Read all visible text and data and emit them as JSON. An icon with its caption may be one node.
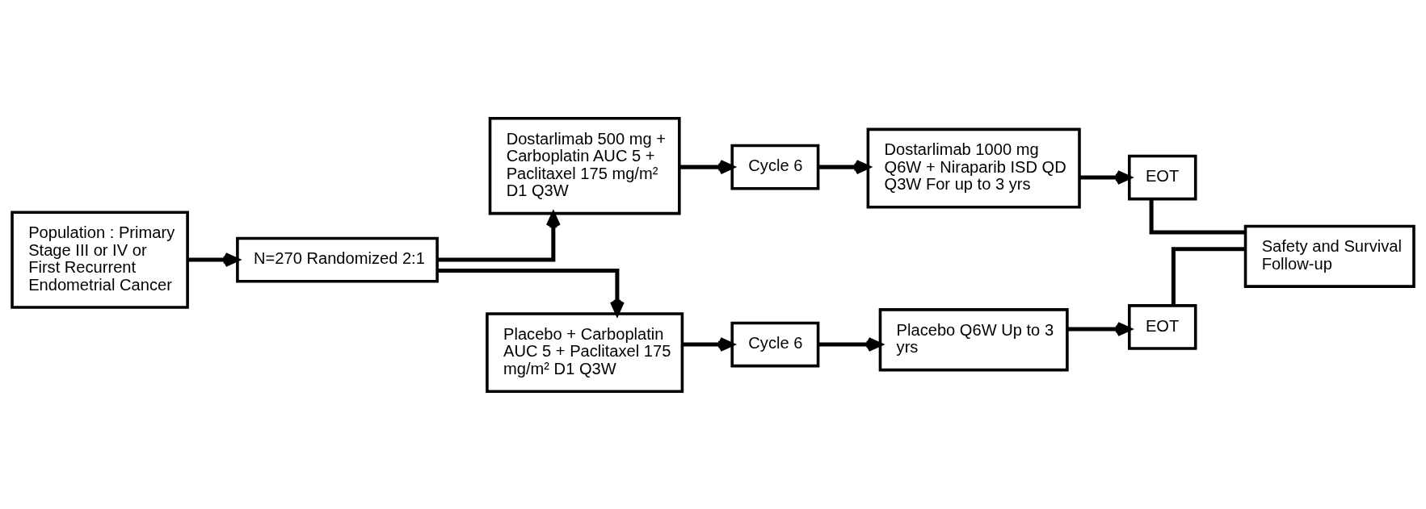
{
  "diagram": {
    "nodes": [
      {
        "text": [
          "Population : Primary Stage III or IV or First Recurrent Endometrial Cancer"
        ]
      },
      {
        "text": [
          "N=270 Randomized 2:1"
        ]
      },
      {
        "text": [
          "Dostarlimab 500 mg + Carboplatin AUC 5 + Paclitaxel 175 mg/m² D1 Q3W"
        ]
      },
      {
        "text": [
          "Cycle 6"
        ]
      },
      {
        "text": [
          "Dostarlimab 1000 mg Q6W + Niraparib ISD QD Q3W For up to 3 yrs"
        ]
      },
      {
        "text": [
          "EOT"
        ]
      },
      {
        "text": [
          "Placebo + Carboplatin AUC 5 + Paclitaxel 175 mg/m² D1 Q3W"
        ]
      },
      {
        "text": [
          "Cycle 6"
        ]
      },
      {
        "text": [
          "Placebo Q6W Up to 3 yrs"
        ]
      },
      {
        "text": [
          "EOT"
        ]
      },
      {
        "text": [
          "Safety and Survival Follow-up"
        ]
      }
    ],
    "edges": [
      {
        "from": 0,
        "to": 1,
        "arrow": "to"
      },
      {
        "from": 1,
        "to": 2,
        "arrow": "to"
      },
      {
        "from": 1,
        "to": 6,
        "arrow": "to"
      },
      {
        "from": 2,
        "to": 3,
        "arrow": "to"
      },
      {
        "from": 3,
        "to": 4,
        "arrow": "to"
      },
      {
        "from": 4,
        "to": 5,
        "arrow": "to"
      },
      {
        "from": 6,
        "to": 7,
        "arrow": "to"
      },
      {
        "from": 7,
        "to": 8,
        "arrow": "to"
      },
      {
        "from": 8,
        "to": 9,
        "arrow": "to"
      },
      {
        "from": 5,
        "to": 10,
        "arrow": "none"
      },
      {
        "from": 9,
        "to": 10,
        "arrow": "none"
      }
    ]
  }
}
